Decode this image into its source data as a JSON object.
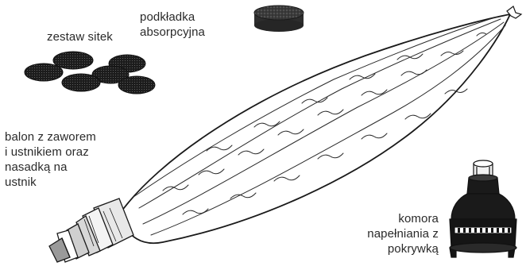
{
  "labels": {
    "pad": [
      "podkładka",
      "absorpcyjna"
    ],
    "sieves": [
      "zestaw sitek"
    ],
    "balloon": [
      "balon z zaworem",
      "i ustnikiem oraz",
      "nasadką na",
      "ustnik"
    ],
    "chamber": [
      "komora",
      "napełniania z",
      "pokrywką"
    ]
  },
  "icons": {
    "pad": "absorbent-pad-icon",
    "sieves": "sieve-set-icon",
    "balloon": "balloon-icon",
    "chamber": "filling-chamber-icon"
  },
  "colors": {
    "ink": "#1a1a1a",
    "text": "#2a2a2a",
    "background": "#ffffff"
  }
}
